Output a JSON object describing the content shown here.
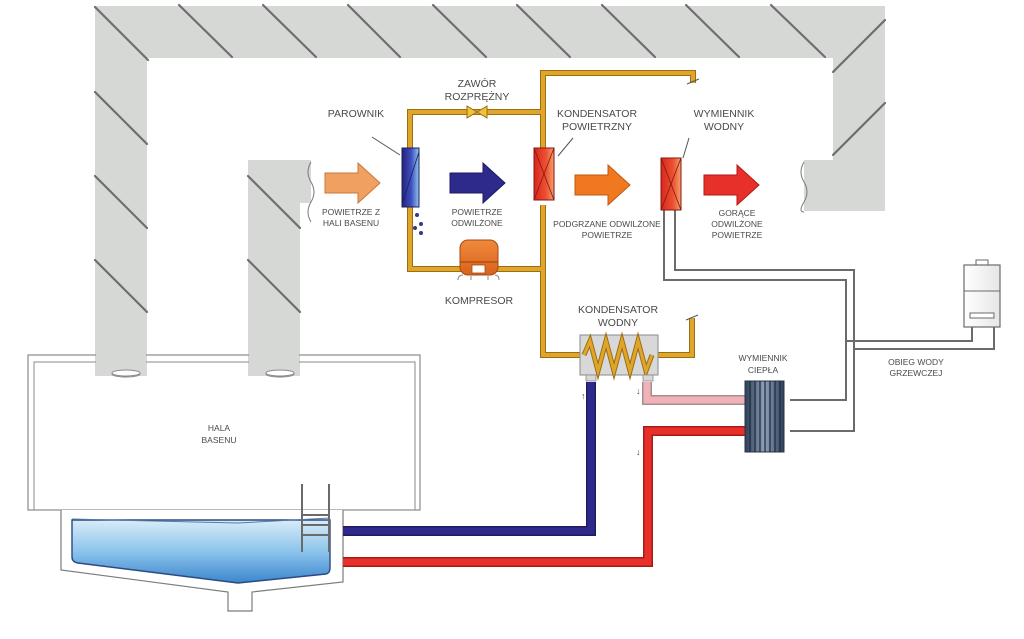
{
  "title": "Schemat osuszania powietrza hali basenowej z pompą ciepła",
  "labels": {
    "parownik": "PAROWNIK",
    "zawor_line1": "ZAWÓR",
    "zawor_line2": "ROZPRĘŻNY",
    "kond_pow_line1": "KONDENSATOR",
    "kond_pow_line2": "POWIETRZNY",
    "wym_wodny_line1": "WYMIENNIK",
    "wym_wodny_line2": "WODNY",
    "powietrze_z_line1": "POWIETRZE Z",
    "powietrze_z_line2": "HALI BASENU",
    "powietrze_odw_line1": "POWIETRZE",
    "powietrze_odw_line2": "ODWILŻONE",
    "podgrzane_line1": "PODGRZANE ODWILŻONE",
    "podgrzane_line2": "POWIETRZE",
    "gorace_line1": "GORĄCE",
    "gorace_line2": "ODWILŻONE",
    "gorace_line3": "POWIETRZE",
    "kompresor": "KOMPRESOR",
    "kond_wodny_line1": "KONDENSATOR",
    "kond_wodny_line2": "WODNY",
    "wym_ciepla_line1": "WYMIENNIK",
    "wym_ciepla_line2": "CIEPŁA",
    "obieg_line1": "OBIEG WODY",
    "obieg_line2": "GRZEWCZEJ",
    "hala_line1": "HALA",
    "hala_line2": "BASENU",
    "flow_up": "↑",
    "flow_down": "↓"
  },
  "colors": {
    "duct": "#d6d8d6",
    "refrigerant_pipe": "#e0a52a",
    "cold_water": "#2e2a8c",
    "hot_water": "#e8302a",
    "warm_water": "#f2b0b8",
    "heating_loop": "#6b6b6b",
    "arrow_intake": "#f0a060",
    "arrow_dehumidified": "#2e2a8c",
    "arrow_warmed": "#f07820",
    "arrow_hot": "#e8302a",
    "pool_water": "#6fb2e6"
  }
}
